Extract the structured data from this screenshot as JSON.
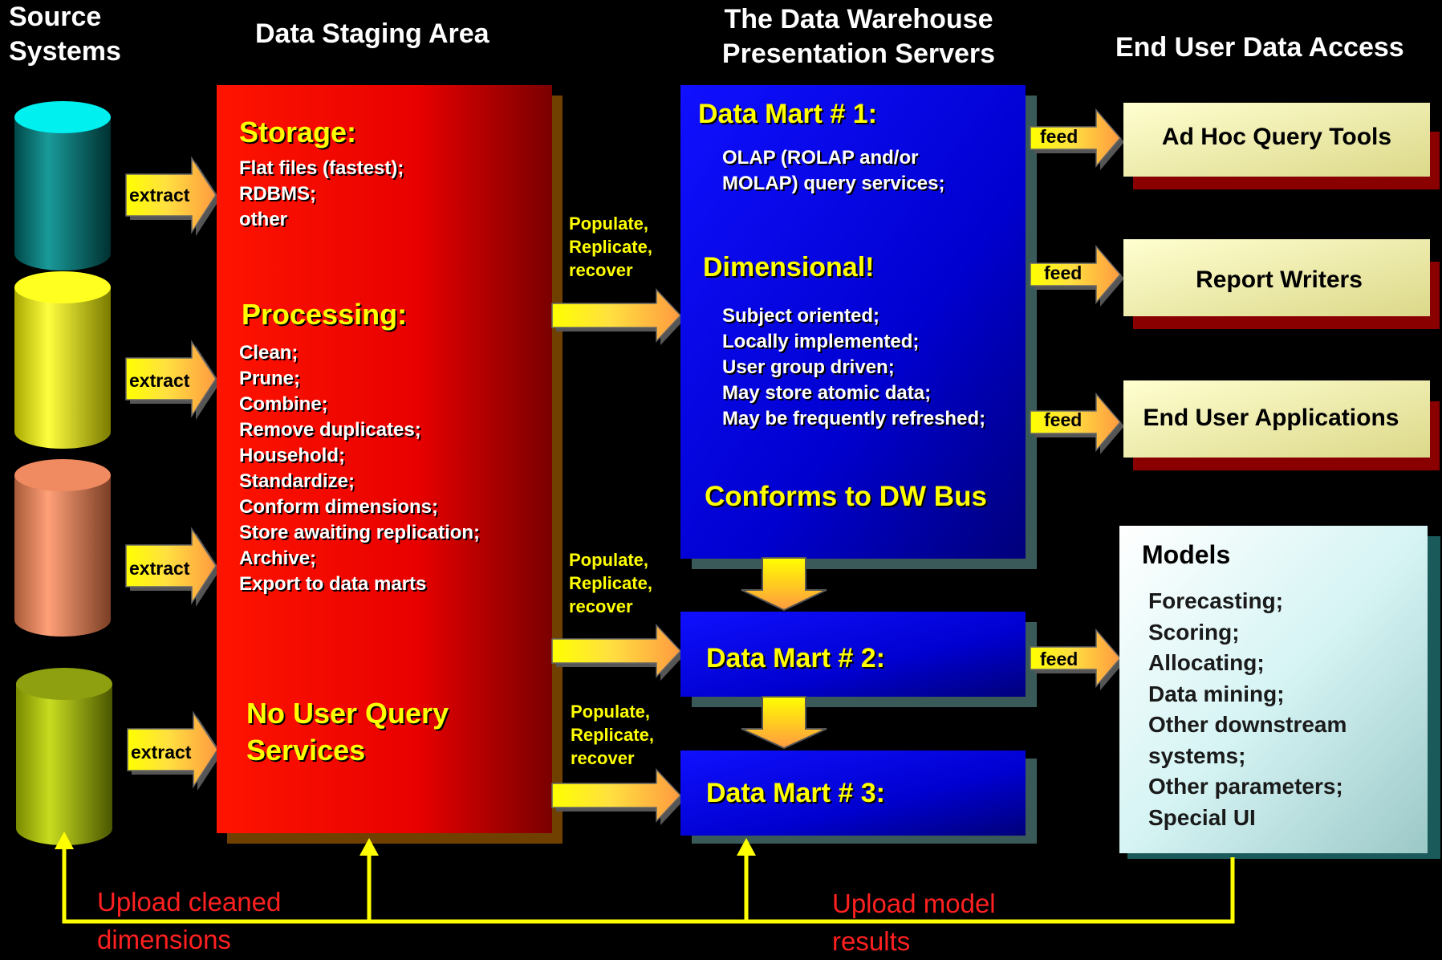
{
  "headers": {
    "source_systems": [
      "Source",
      "Systems"
    ],
    "staging": "Data Staging Area",
    "warehouse": [
      "The Data Warehouse",
      "Presentation Servers"
    ],
    "end_user": "End User Data Access"
  },
  "extract_label": "extract",
  "staging": {
    "storage_title": "Storage:",
    "storage_items": [
      "Flat files (fastest);",
      "RDBMS;",
      "other"
    ],
    "processing_title": "Processing:",
    "processing_items": [
      "Clean;",
      "Prune;",
      "Combine;",
      "Remove duplicates;",
      "Household;",
      "Standardize;",
      "Conform dimensions;",
      "Store awaiting replication;",
      "Archive;",
      "Export to data marts"
    ],
    "no_query": [
      "No User Query",
      "Services"
    ]
  },
  "populate_label": [
    "Populate,",
    "Replicate,",
    "recover"
  ],
  "mart1": {
    "title": "Data Mart # 1:",
    "olap": [
      "OLAP (ROLAP and/or",
      "MOLAP) query services;"
    ],
    "dimensional": "Dimensional!",
    "items": [
      "Subject oriented;",
      "Locally implemented;",
      "User group driven;",
      "May store atomic data;",
      "May be frequently refreshed;"
    ],
    "conforms": "Conforms to DW Bus"
  },
  "mart2": {
    "title": "Data Mart # 2:"
  },
  "mart3": {
    "title": "Data Mart # 3:"
  },
  "feed_label": "feed",
  "tools": [
    "Ad Hoc Query Tools",
    "Report Writers",
    "End User Applications"
  ],
  "models": {
    "title": "Models",
    "items": [
      "Forecasting;",
      "Scoring;",
      "Allocating;",
      "Data mining;",
      "Other downstream",
      "systems;",
      "Other parameters;",
      "Special UI"
    ]
  },
  "upload_cleaned": [
    "Upload cleaned",
    "dimensions"
  ],
  "upload_model": [
    "Upload model",
    "results"
  ],
  "colors": {
    "staging_red": "#ff0000",
    "mart_blue": "#0000cc",
    "arrow_yellow": "#ffff00",
    "tool_bg": "#f0eeaa",
    "models_bg": "#d8f4f4",
    "upload_text": "#ff2020"
  }
}
